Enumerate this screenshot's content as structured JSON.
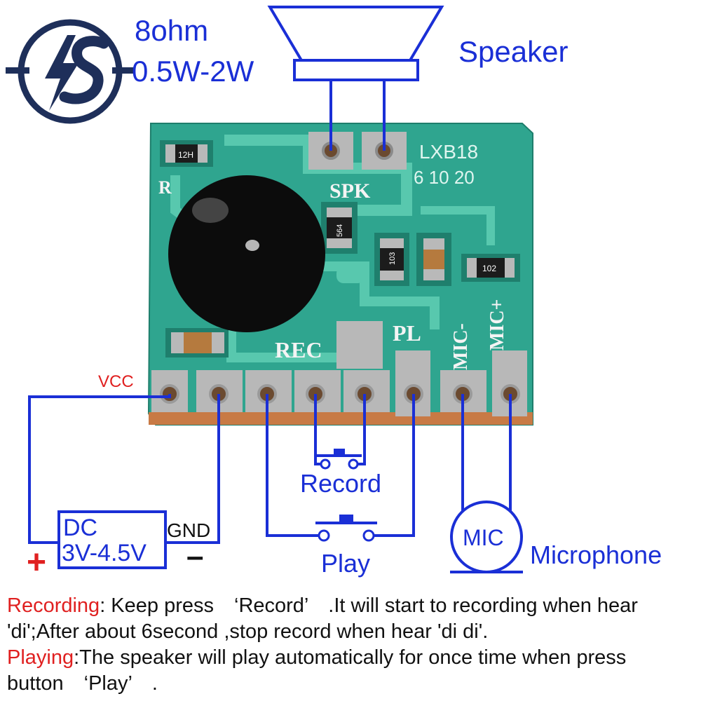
{
  "speaker": {
    "spec_line1": "8ohm",
    "spec_line2": "0.5W-2W",
    "label": "Speaker"
  },
  "pcb": {
    "model": "LXB18",
    "timings": "6 10 20",
    "spk_silk": "SPK",
    "r_silk": "R",
    "rec_silk": "REC",
    "pl_silk": "PL",
    "mic_minus_silk": "MIC-",
    "mic_plus_silk": "MIC+",
    "resistor_1": "12H",
    "resistor_2": "564",
    "resistor_3": "103",
    "resistor_4": "102"
  },
  "circuit": {
    "vcc": "VCC",
    "gnd": "GND",
    "dc_line1": "DC",
    "dc_line2": "3V-4.5V",
    "plus": "+",
    "minus": "–",
    "record": "Record",
    "play": "Play",
    "mic": "MIC",
    "microphone": "Microphone"
  },
  "notes": {
    "recording_label": "Recording",
    "recording_text": ": Keep press　‘Record’　.It will start to recording when hear 'di';After about 6second ,stop record when hear 'di di'.",
    "playing_label": "Playing",
    "playing_text": ":The speaker will play automatically for once time when press button　‘Play’　."
  },
  "colors": {
    "wire": "#1a2fd6",
    "accent_red": "#e02020",
    "pcb": "#2fa58f",
    "logo": "#1e2f5a"
  },
  "icons": {
    "logo": "lightning-s-logo-icon"
  }
}
